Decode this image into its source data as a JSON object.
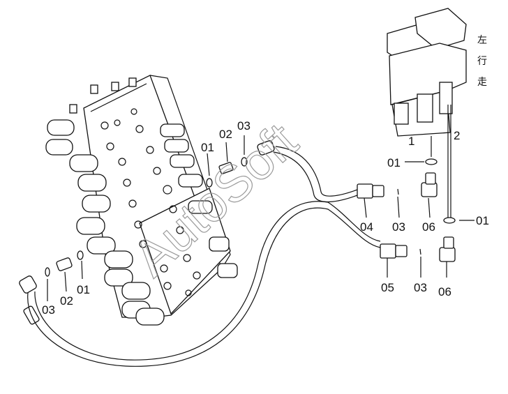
{
  "watermark": "AutoSoft",
  "pedal_caption": [
    "左",
    "行",
    "走"
  ],
  "callouts": {
    "valve_01": "01",
    "valve_02": "02",
    "valve_03": "03",
    "left_03": "03",
    "left_02": "02",
    "left_01": "01",
    "pedal_1": "1",
    "pedal_2": "2",
    "mid_01": "01",
    "right_01": "01",
    "hose_04": "04",
    "mid_03a": "03",
    "elbow_06a": "06",
    "hose_05": "05",
    "mid_03b": "03",
    "elbow_06b": "06"
  }
}
